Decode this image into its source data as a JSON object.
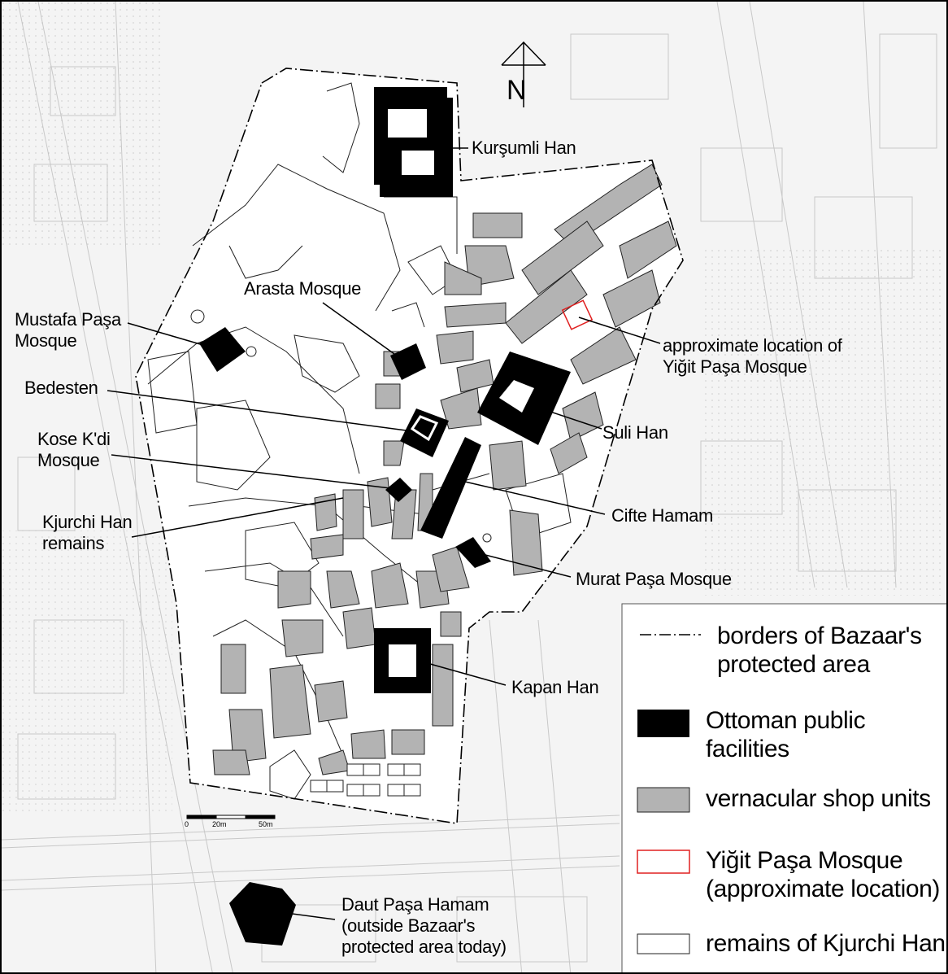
{
  "map": {
    "north": "N",
    "labels": {
      "kursumli": "Kurşumli Han",
      "arasta": "Arasta Mosque",
      "mustafa": "Mustafa Paşa\nMosque",
      "yigit_note": "approximate location of\nYiğit Paşa Mosque",
      "bedesten": "Bedesten",
      "suli": "Suli Han",
      "kose": "Kose K'di\nMosque",
      "kjurchi": "Kjurchi Han\nremains",
      "cifte": "Cifte Hamam",
      "murat": "Murat Paşa Mosque",
      "kapan": "Kapan Han",
      "daut": "Daut Paşa Hamam\n(outside Bazaar's\nprotected area today)"
    },
    "scale_bar": {
      "ticks": [
        "0",
        "20m",
        "50m"
      ]
    }
  },
  "legend": {
    "items": [
      {
        "key": "border",
        "text": "borders of Bazaar's\nprotected area"
      },
      {
        "key": "ottoman",
        "text": "Ottoman public\nfacilities"
      },
      {
        "key": "vernacular",
        "text": "vernacular shop units"
      },
      {
        "key": "yigit",
        "text": "Yiğit Paşa Mosque\n(approximate location)"
      },
      {
        "key": "kjurchi",
        "text": "remains of Kjurchi Han"
      }
    ]
  },
  "colors": {
    "ottoman": "#000000",
    "vernacular": "#b3b3b3",
    "yigit_outline": "#e02020",
    "background": "#f4f4f4",
    "street_grid": "#c8c8c8"
  }
}
